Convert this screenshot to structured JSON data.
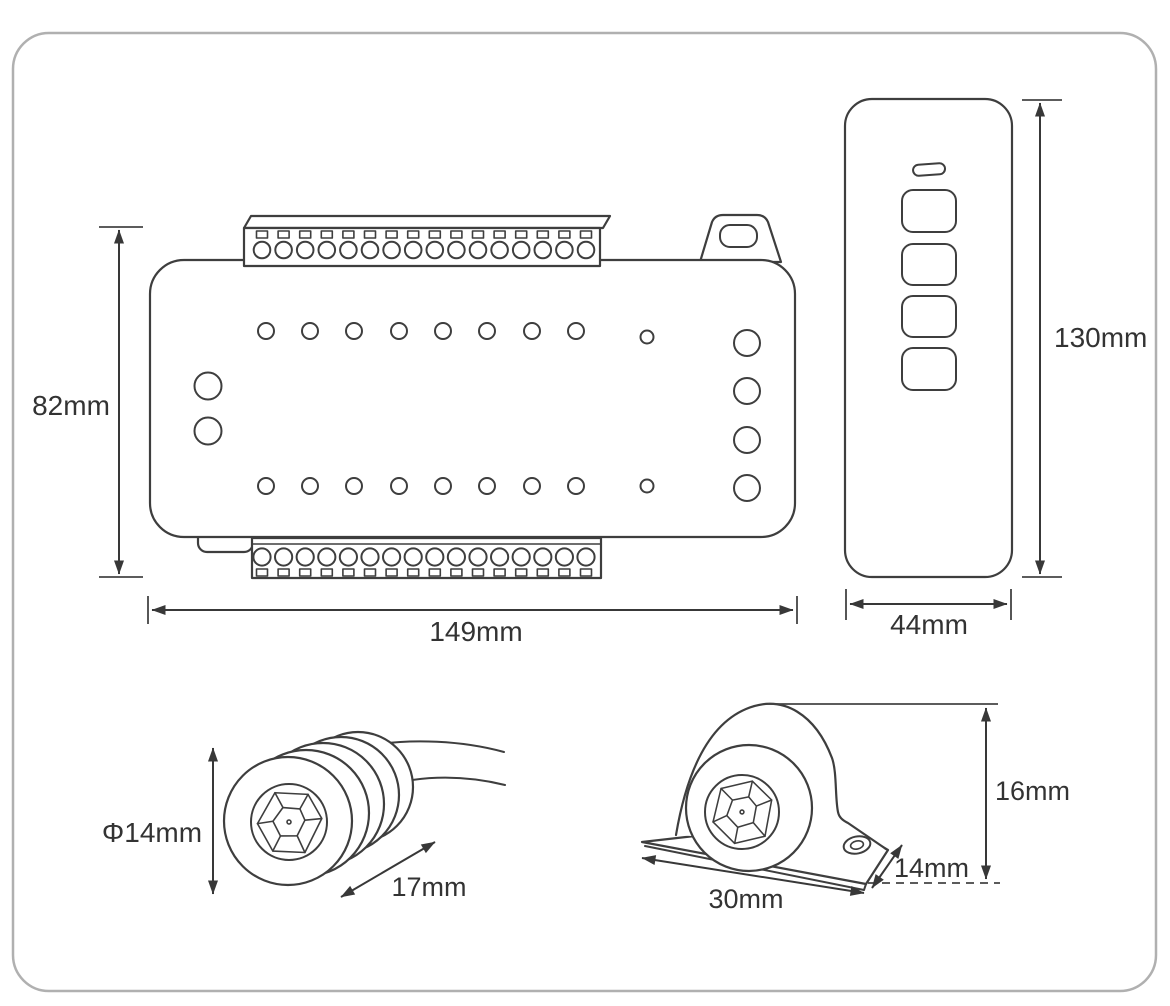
{
  "figure": {
    "type": "technical-dimension-diagram",
    "background": "#ffffff",
    "line_color": "#3e3e3e",
    "frame_color": "#b0b0b0",
    "text_color": "#333333"
  },
  "controller": {
    "height_label": "82mm",
    "width_label": "149mm",
    "top_terminal_count": 16,
    "bottom_terminal_count": 16
  },
  "remote": {
    "height_label": "130mm",
    "width_label": "44mm",
    "button_count": 4
  },
  "sensor": {
    "diameter_label": "Φ14mm",
    "length_label": "17mm"
  },
  "bracket": {
    "width_label": "30mm",
    "height_label": "16mm",
    "depth_label": "14mm"
  }
}
